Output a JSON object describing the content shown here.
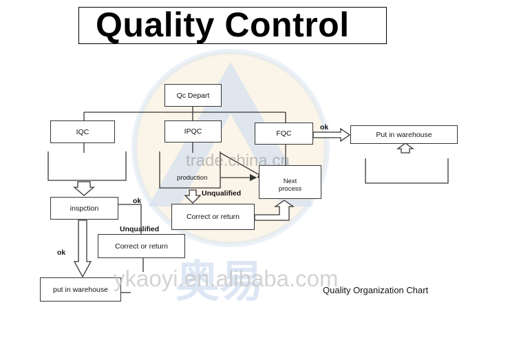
{
  "title": "Quality Control",
  "nodes": {
    "qc_depart": "Qc Depart",
    "iqc": "IQC",
    "ipqc": "IPQC",
    "fqc": "FQC",
    "put_in_warehouse_top": "Put in warehouse",
    "production": "production",
    "next_process": "Next process",
    "correct_or_return_mid": "Correct or return",
    "inspection": "inspction",
    "correct_or_return_left": "Correct or return",
    "put_in_warehouse_bottom": "put in warehouse"
  },
  "edge_labels": {
    "ok_fqc": "ok",
    "ok_inspection": "ok",
    "ok_left": "ok",
    "unqualified_mid": "Unqualified",
    "unqualified_left": "Unqualified"
  },
  "caption": "Quality Organization Chart",
  "watermarks": {
    "site_top": "trade.china.cn",
    "site_bottom": "ykaoyi.en.alibaba.com",
    "chinese": "奥易"
  },
  "colors": {
    "line": "#333333",
    "watermark_blue": "#b9cde6",
    "watermark_orange": "#f3dcc0"
  }
}
